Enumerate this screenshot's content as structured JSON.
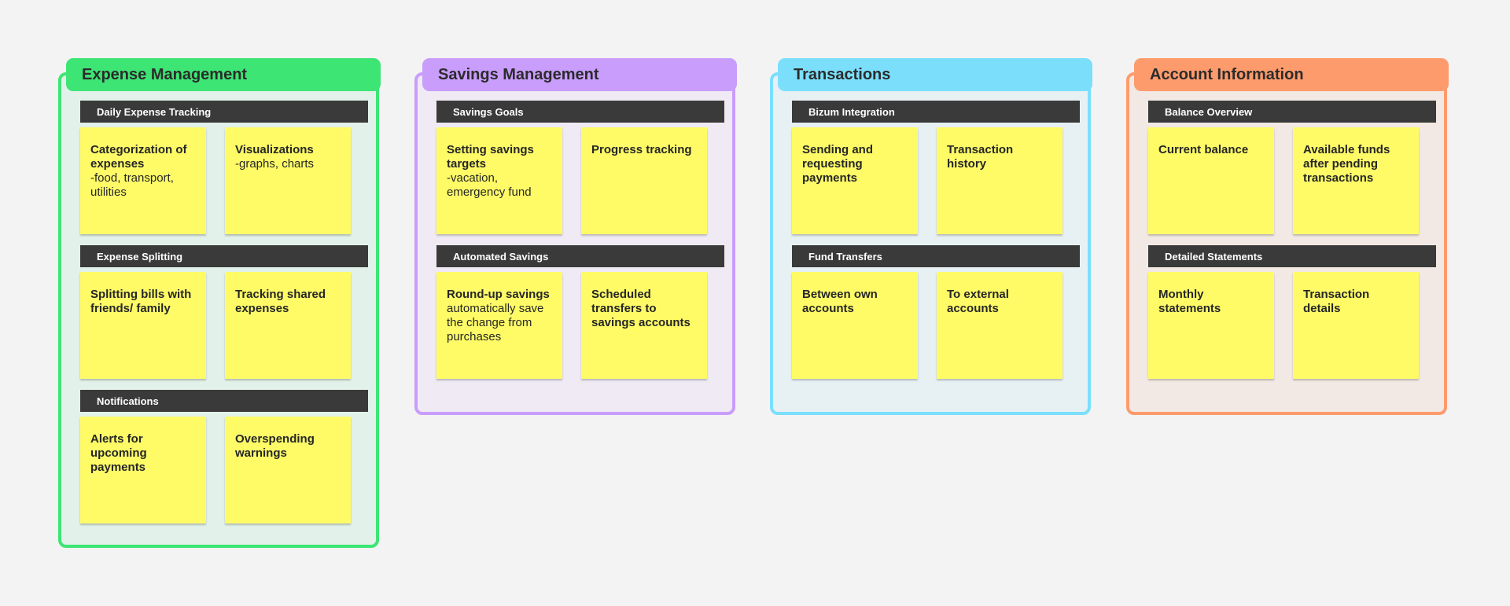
{
  "colors": {
    "background": "#f3f3f3",
    "expense": "#3de574",
    "savings": "#c99dfc",
    "transactions": "#7bdffc",
    "account": "#fe9b6c",
    "section_bar": "#3a3a3a",
    "sticky_note": "#fefb67"
  },
  "columns": [
    {
      "title": "Expense Management",
      "sections": [
        {
          "title": "Daily Expense Tracking",
          "notes": [
            {
              "title": "Categorization of expenses",
              "subtitle": "-food, transport, utilities"
            },
            {
              "title": "Visualizations",
              "subtitle": "-graphs, charts"
            }
          ]
        },
        {
          "title": "Expense Splitting",
          "notes": [
            {
              "title": "Splitting bills with friends/ family",
              "subtitle": ""
            },
            {
              "title": "Tracking shared expenses",
              "subtitle": ""
            }
          ]
        },
        {
          "title": "Notifications",
          "notes": [
            {
              "title": "Alerts for upcoming payments",
              "subtitle": ""
            },
            {
              "title": "Overspending warnings",
              "subtitle": ""
            }
          ]
        }
      ]
    },
    {
      "title": "Savings Management",
      "sections": [
        {
          "title": "Savings Goals",
          "notes": [
            {
              "title": "Setting savings targets",
              "subtitle": "-vacation, emergency fund"
            },
            {
              "title": "Progress tracking",
              "subtitle": ""
            }
          ]
        },
        {
          "title": "Automated Savings",
          "notes": [
            {
              "title": "Round-up savings",
              "subtitle": "automatically save the change from purchases"
            },
            {
              "title": "Scheduled transfers to savings accounts",
              "subtitle": ""
            }
          ]
        }
      ]
    },
    {
      "title": "Transactions",
      "sections": [
        {
          "title": "Bizum Integration",
          "notes": [
            {
              "title": "Sending and requesting payments",
              "subtitle": ""
            },
            {
              "title": "Transaction history",
              "subtitle": ""
            }
          ]
        },
        {
          "title": "Fund Transfers",
          "notes": [
            {
              "title": "Between own accounts",
              "subtitle": ""
            },
            {
              "title": "To external accounts",
              "subtitle": ""
            }
          ]
        }
      ]
    },
    {
      "title": "Account Information",
      "sections": [
        {
          "title": "Balance Overview",
          "notes": [
            {
              "title": "Current balance",
              "subtitle": ""
            },
            {
              "title": "Available funds after pending transactions",
              "subtitle": ""
            }
          ]
        },
        {
          "title": "Detailed Statements",
          "notes": [
            {
              "title": "Monthly statements",
              "subtitle": ""
            },
            {
              "title": "Transaction details",
              "subtitle": ""
            }
          ]
        }
      ]
    }
  ]
}
